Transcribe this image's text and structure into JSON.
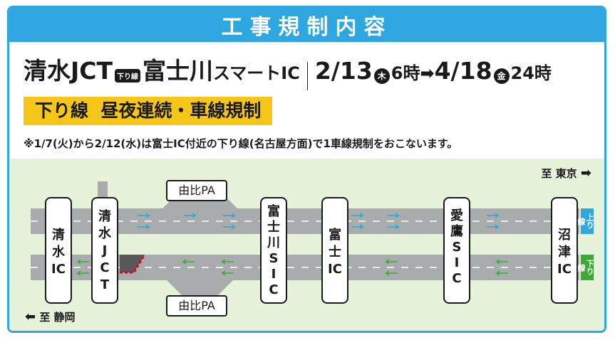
{
  "header": {
    "title": "工事規制内容"
  },
  "segment": {
    "from": "清水JCT",
    "direction_badge": "下り線",
    "to_main": "富士川",
    "to_suffix": "スマートIC",
    "start_date": "2/13",
    "start_day": "木",
    "start_time": "6時",
    "arrow": "➡",
    "end_date": "4/18",
    "end_day": "金",
    "end_time": "24時"
  },
  "regulation": {
    "label": "下り線  昼夜連続・車線規制"
  },
  "note": {
    "text": "※1/7(火)から2/12(水)は富士IC付近の下り線(名古屋方面)で1車線規制をおこないます。"
  },
  "map": {
    "to_tokyo": "至 東京",
    "to_shizuoka": "至 静岡",
    "pa_top": "由比PA",
    "pa_bottom": "由比PA",
    "up_line": "上り線",
    "down_line": "下り線",
    "interchanges": [
      {
        "name": "清水IC",
        "text": "清\n水\nIC"
      },
      {
        "name": "清水JCT",
        "text": "清\n水\nJ\nC\nT"
      },
      {
        "name": "富士川SIC",
        "text": "富\n士\n川\nS\nI\nC"
      },
      {
        "name": "富士IC",
        "text": "富\n士\nIC"
      },
      {
        "name": "愛鷹SIC",
        "text": "愛\n鷹\nS\nI\nC"
      },
      {
        "name": "沼津IC",
        "text": "沼\n津\nIC"
      }
    ],
    "colors": {
      "up_arrow": "#2ea7e0",
      "down_arrow": "#3aaa35",
      "road": "#a9acad",
      "regulation": "#e60012",
      "bg": "#e6f2d9"
    }
  }
}
